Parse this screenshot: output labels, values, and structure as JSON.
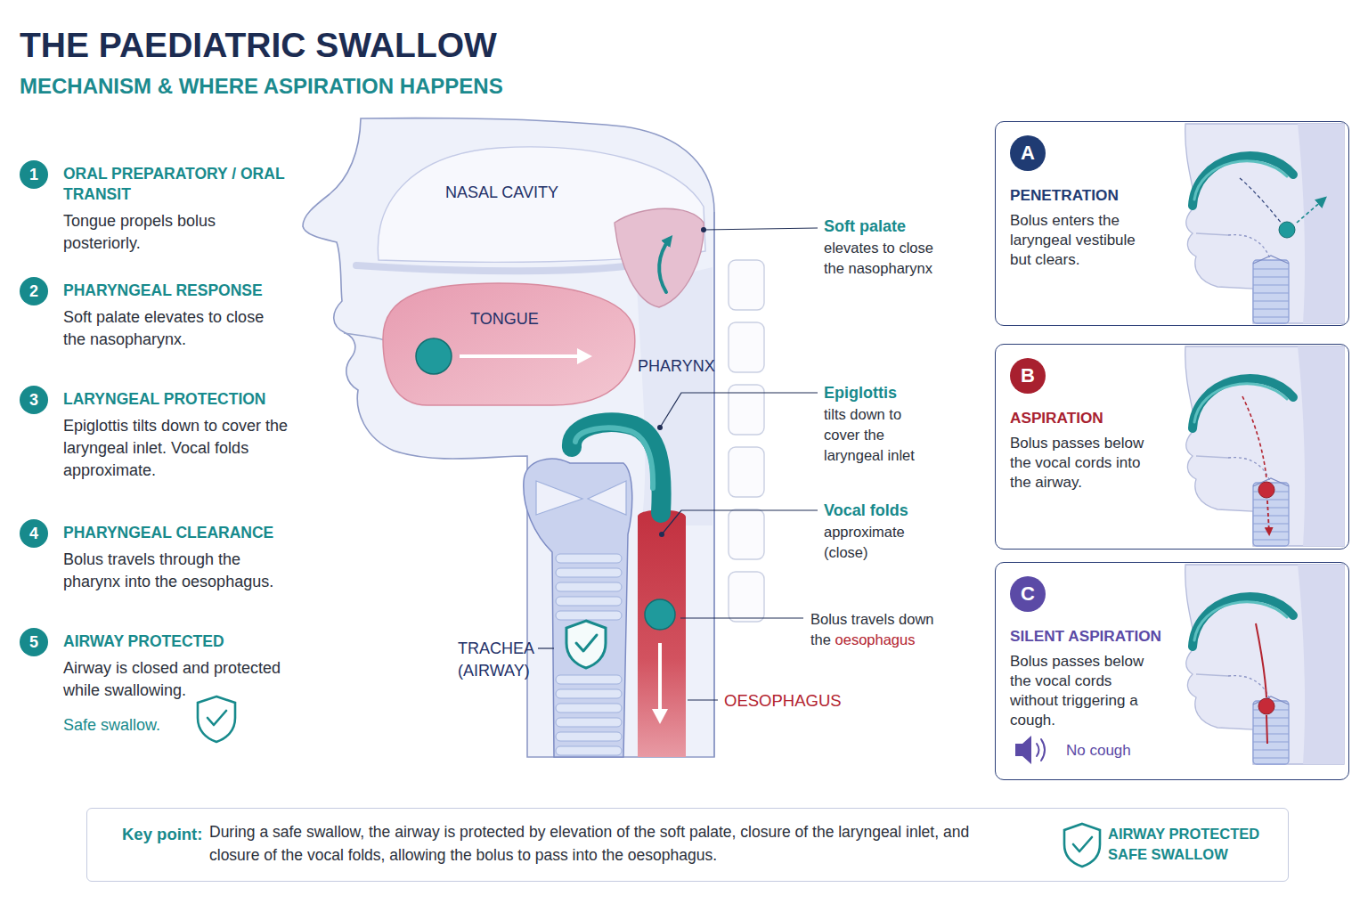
{
  "diagram": {
    "title": "THE PAEDIATRIC SWALLOW",
    "caption": "MECHANISM & WHERE ASPIRATION HAPPENS",
    "nodes": [
      {
        "text": [
          "1",
          "ORAL PREPARATORY / ORAL TRANSIT",
          "Tongue propels bolus posteriorly."
        ]
      },
      {
        "text": [
          "2",
          "PHARYNGEAL RESPONSE",
          "Soft palate elevates to close the nasopharynx."
        ]
      },
      {
        "text": [
          "3",
          "LARYNGEAL PROTECTION",
          "Epiglottis tilts down to cover the laryngeal inlet. Vocal folds approximate."
        ]
      },
      {
        "text": [
          "4",
          "PHARYNGEAL CLEARANCE",
          "Bolus travels through the pharynx into the oesophagus."
        ]
      },
      {
        "text": [
          "5",
          "AIRWAY PROTECTED",
          "Airway is closed and protected while swallowing.",
          "Safe swallow."
        ]
      },
      {
        "text": [
          "A",
          "PENETRATION",
          "Bolus enters the laryngeal vestibule but clears."
        ]
      },
      {
        "text": [
          "B",
          "ASPIRATION",
          "Bolus passes below the vocal cords into the airway."
        ]
      },
      {
        "text": [
          "C",
          "SILENT ASPIRATION",
          "Bolus passes below the vocal cords without triggering a cough.",
          "No cough"
        ]
      },
      {
        "text": [
          "Key point:",
          "During a safe swallow, the airway is protected by elevation of the soft palate, closure of the laryngeal inlet, and closure of the vocal folds, allowing the bolus to pass into the oesophagus.",
          "AIRWAY PROTECTED SAFE SWALLOW"
        ]
      }
    ],
    "labels": [
      "NASAL CAVITY",
      "TONGUE",
      "PHARYNX",
      "TRACHEA (AIRWAY)",
      "OESOPHAGUS",
      "Soft palate",
      "elevates to close the nasopharynx",
      "Epiglottis",
      "tilts down to cover the laryngeal inlet",
      "Vocal folds",
      "approximate (close)",
      "Bolus travels down the",
      "oesophagus"
    ]
  }
}
